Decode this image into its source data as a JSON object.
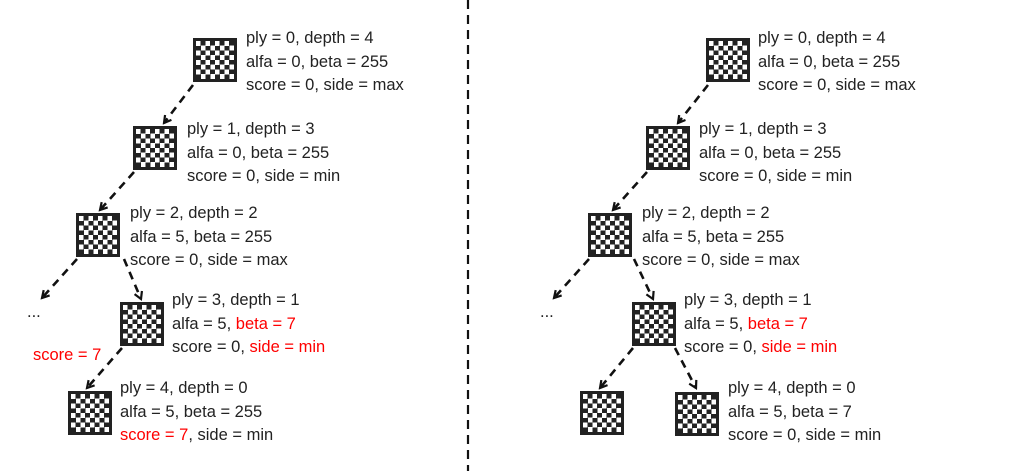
{
  "colors": {
    "highlight": "#ff0000",
    "text": "#222222"
  },
  "left": {
    "nodes": [
      {
        "lines": [
          [
            "ply = 0, depth = 4"
          ],
          [
            "alfa = 0, beta = 255"
          ],
          [
            "score = 0, side = max"
          ]
        ]
      },
      {
        "lines": [
          [
            "ply = 1, depth = 3"
          ],
          [
            "alfa = 0, beta = 255"
          ],
          [
            "score = 0, side = min"
          ]
        ]
      },
      {
        "lines": [
          [
            "ply = 2, depth = 2"
          ],
          [
            "alfa = 5, beta = 255"
          ],
          [
            "score = 0, side = max"
          ]
        ]
      },
      {
        "lines": [
          [
            "ply = 3, depth = 1"
          ],
          [
            "alfa = 5, ",
            "beta = 7"
          ],
          [
            "score = 0, ",
            "side = min"
          ]
        ]
      },
      {
        "lines": [
          [
            "ply = 4, depth = 0"
          ],
          [
            "alfa = 5, beta = 255"
          ],
          [
            "score = 7",
            ", side = min"
          ]
        ]
      }
    ],
    "ellipsis": "...",
    "returned_score": "score = 7"
  },
  "right": {
    "nodes": [
      {
        "lines": [
          [
            "ply = 0, depth = 4"
          ],
          [
            "alfa = 0, beta = 255"
          ],
          [
            "score = 0, side = max"
          ]
        ]
      },
      {
        "lines": [
          [
            "ply = 1, depth = 3"
          ],
          [
            "alfa = 0, beta = 255"
          ],
          [
            "score = 0, side = min"
          ]
        ]
      },
      {
        "lines": [
          [
            "ply = 2, depth = 2"
          ],
          [
            "alfa = 5, beta = 255"
          ],
          [
            "score = 0, side = max"
          ]
        ]
      },
      {
        "lines": [
          [
            "ply = 3, depth = 1"
          ],
          [
            "alfa = 5, ",
            "beta = 7"
          ],
          [
            "score = 0, ",
            "side = min"
          ]
        ]
      },
      {
        "lines": [
          [
            "ply = 4, depth = 0"
          ],
          [
            "alfa = 5, beta = 7"
          ],
          [
            "score = 0, side = min"
          ]
        ]
      }
    ],
    "ellipsis": "..."
  }
}
